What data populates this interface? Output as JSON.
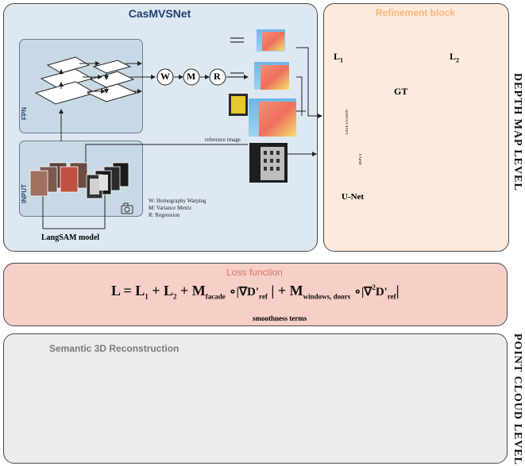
{
  "casmvsnet": {
    "title": "CasMVSNet",
    "fpn_label": "FPN",
    "input_label": "INPUT",
    "ops": [
      "W",
      "M",
      "R"
    ],
    "reference_image_label": "reference image",
    "legend": [
      "W: Homography Warping",
      "M: Variance Metric",
      "R: Regression"
    ],
    "langsam_label": "LangSAM model"
  },
  "refinement": {
    "title": "Refinement block",
    "l1": "L",
    "l1_sub": "1",
    "l2": "L",
    "l2_sub": "2",
    "gt_label": "GT",
    "late_fusion_label": "LATE FUSION",
    "input_label": "INPUT",
    "unet_label": "U-Net"
  },
  "side_labels": {
    "depth": "DEPTH MAP LEVEL",
    "point": "POINT CLOUD LEVEL"
  },
  "loss": {
    "title": "Loss function",
    "formula_parts": {
      "lhs": "L = L",
      "l1_sub": "1",
      "plus1": "+ L",
      "l2_sub": "2",
      "plus2": "+ M",
      "facade_sub": "facade",
      "term1": "∘|∇D'",
      "ref_sub1": "ref",
      "bar1": "| + M",
      "wd_sub": "windows, doors",
      "term2": "∘|∇",
      "sq": "2",
      "term2b": "D'",
      "ref_sub2": "ref",
      "bar2": "|"
    },
    "smoothness_label": "smoothness terms"
  },
  "reconstruction": {
    "title": "Semantic 3D Reconstruction"
  },
  "colors": {
    "casmvsnet_bg": "#dde8f3",
    "casmvsnet_title": "#1f3f6e",
    "inner_box_bg": "#c8d9e6",
    "refinement_bg": "#fcebdc",
    "refinement_title": "#f2b67a",
    "loss_bg": "#f6cfc6",
    "loss_title": "#d9756a",
    "recon_bg": "#ececec",
    "recon_title": "#7a7a7a",
    "unet_blue": "#1a5a9e",
    "teal": "#2a8c8c",
    "yellow_arrow": "#e8e470"
  }
}
